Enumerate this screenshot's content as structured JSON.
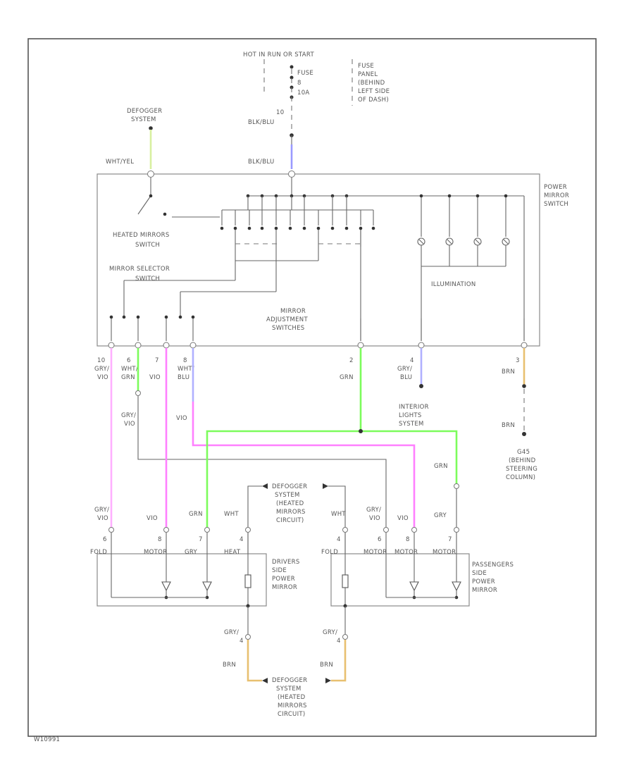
{
  "top": {
    "hot_label": "HOT IN RUN OR START",
    "fuse_label": [
      "FUSE",
      "8",
      "10A"
    ],
    "fuse_panel": [
      "FUSE",
      "PANEL",
      "(BEHIND",
      "LEFT SIDE",
      "OF DASH)"
    ],
    "wire_top": [
      "10",
      "BLK/BLU"
    ],
    "wire_mid": "BLK/BLU"
  },
  "defogger_switch": [
    "DEFOGGER",
    "SYSTEM"
  ],
  "defogger_wire": "WHT/YEL",
  "switch_block": {
    "title": [
      "POWER",
      "MIRROR",
      "SWITCH"
    ],
    "heated_label": [
      "HEATED MIRRORS",
      "SWITCH"
    ],
    "selector_label": [
      "MIRROR SELECTOR",
      "SWITCH"
    ],
    "adjust_label": [
      "MIRROR",
      "ADJUSTMENT",
      "SWITCHES"
    ],
    "illum_label": "ILLUMINATION"
  },
  "pins": [
    {
      "pin": "10",
      "wire": [
        "GRY/",
        "VIO"
      ]
    },
    {
      "pin": "6",
      "wire": [
        "WHT/",
        "GRN"
      ]
    },
    {
      "pin": "7",
      "wire": [
        "VIO"
      ]
    },
    {
      "pin": "8",
      "wire": [
        "WHT/",
        "BLU"
      ]
    },
    {
      "pin": "2",
      "wire": [
        "GRN"
      ]
    },
    {
      "pin": "4",
      "wire": [
        "GRY/",
        "BLU"
      ]
    },
    {
      "pin": "3",
      "wire": [
        "BRN"
      ]
    }
  ],
  "mid_wires": {
    "gry_vio": [
      "GRY/",
      "VIO"
    ],
    "vio": "VIO",
    "grn_right": "GRN",
    "brn_lower": "BRN"
  },
  "interior_lights": [
    "INTERIOR",
    "LIGHTS",
    "SYSTEM"
  ],
  "ground": [
    "G45",
    "(BEHIND",
    "STEERING",
    "COLUMN)"
  ],
  "defogger_top": [
    "DEFOGGER",
    "SYSTEM",
    "(HEATED",
    "MIRRORS",
    "CIRCUIT)"
  ],
  "defogger_bottom": [
    "DEFOGGER",
    "SYSTEM",
    "(HEATED",
    "MIRRORS",
    "CIRCUIT)"
  ],
  "driver_mirror": {
    "name": [
      "DRIVERS",
      "SIDE",
      "POWER",
      "MIRROR"
    ],
    "wires": [
      "GRY/",
      "VIO",
      "VIO",
      "GRN",
      "WHT"
    ],
    "pins": [
      "6",
      "8",
      "7",
      "4"
    ],
    "pin_labels": [
      "FOLD",
      "MOTOR",
      "GRY",
      "HEAT"
    ],
    "bottom_wires": [
      "GRY/",
      "4",
      "BRN"
    ]
  },
  "passenger_mirror": {
    "name": [
      "PASSENGERS",
      "SIDE",
      "POWER",
      "MIRROR"
    ],
    "wires": [
      "WHT",
      "GRY/",
      "VIO",
      "VIO",
      "GRY"
    ],
    "pins": [
      "4",
      "6",
      "8",
      "7"
    ],
    "pin_labels": [
      "FOLD",
      "MOTOR",
      "MOTOR",
      "MOTOR"
    ],
    "bottom_wires": [
      "GRY/",
      "4",
      "BRN"
    ]
  },
  "colors": {
    "blk_blu": "#9a9aff",
    "wht_yel": "#d8f0a0",
    "green": "#7cfc5c",
    "violet": "#ff80ff",
    "gry_vio": "#ffb0ff",
    "wht_blu": "#b0b0ff",
    "brown": "#e8c070"
  },
  "footer": "W10991"
}
